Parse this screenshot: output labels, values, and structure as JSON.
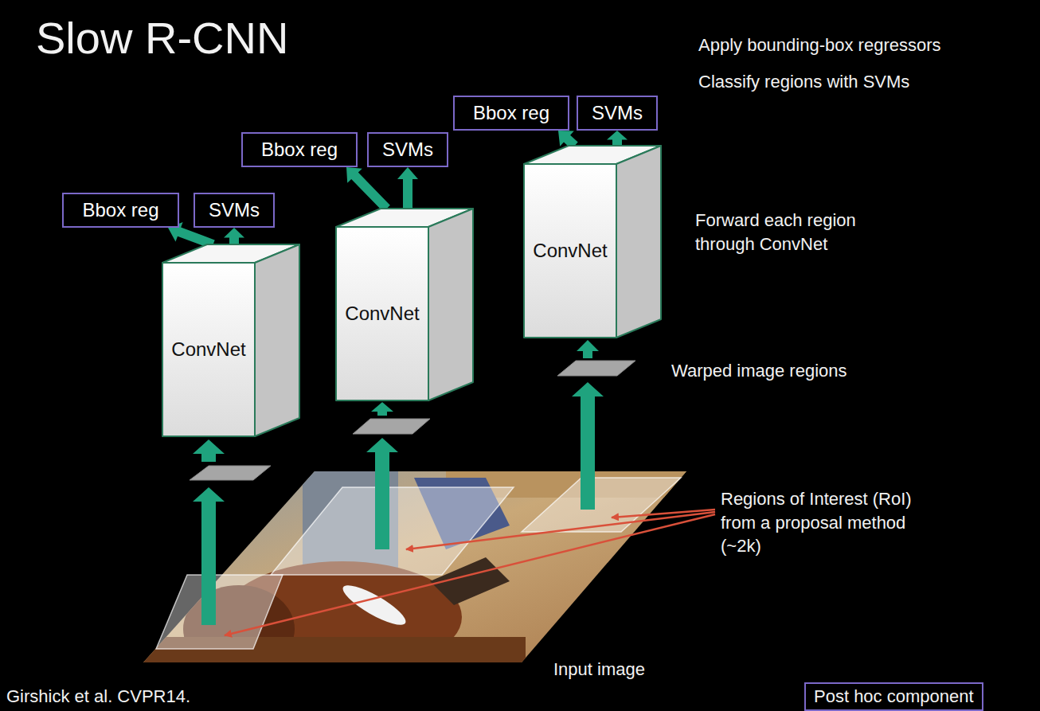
{
  "diagram": {
    "title": "Slow R-CNN",
    "nodes": [
      {
        "text": [
          "Bbox reg"
        ]
      },
      {
        "text": [
          "SVMs"
        ]
      },
      {
        "text": [
          "ConvNet"
        ]
      },
      {
        "text": [
          "Bbox reg"
        ]
      },
      {
        "text": [
          "SVMs"
        ]
      },
      {
        "text": [
          "ConvNet"
        ]
      },
      {
        "text": [
          "Bbox reg"
        ]
      },
      {
        "text": [
          "SVMs"
        ]
      },
      {
        "text": [
          "ConvNet"
        ]
      }
    ],
    "edges": [
      {
        "from": 2,
        "to": 0,
        "arrow": "to"
      },
      {
        "from": 2,
        "to": 1,
        "arrow": "to"
      },
      {
        "from": 5,
        "to": 3,
        "arrow": "to"
      },
      {
        "from": 5,
        "to": 4,
        "arrow": "to"
      },
      {
        "from": 8,
        "to": 6,
        "arrow": "to"
      },
      {
        "from": 8,
        "to": 7,
        "arrow": "to"
      }
    ],
    "labels": [
      "Apply bounding-box regressors",
      "Classify regions with SVMs",
      "Forward each region through ConvNet",
      "Warped image regions",
      "Regions of Interest (RoI) from a proposal method (~2k)",
      "Input image",
      "Girshick et al. CVPR14."
    ],
    "legend": [
      {
        "text": "Post hoc component"
      }
    ]
  }
}
